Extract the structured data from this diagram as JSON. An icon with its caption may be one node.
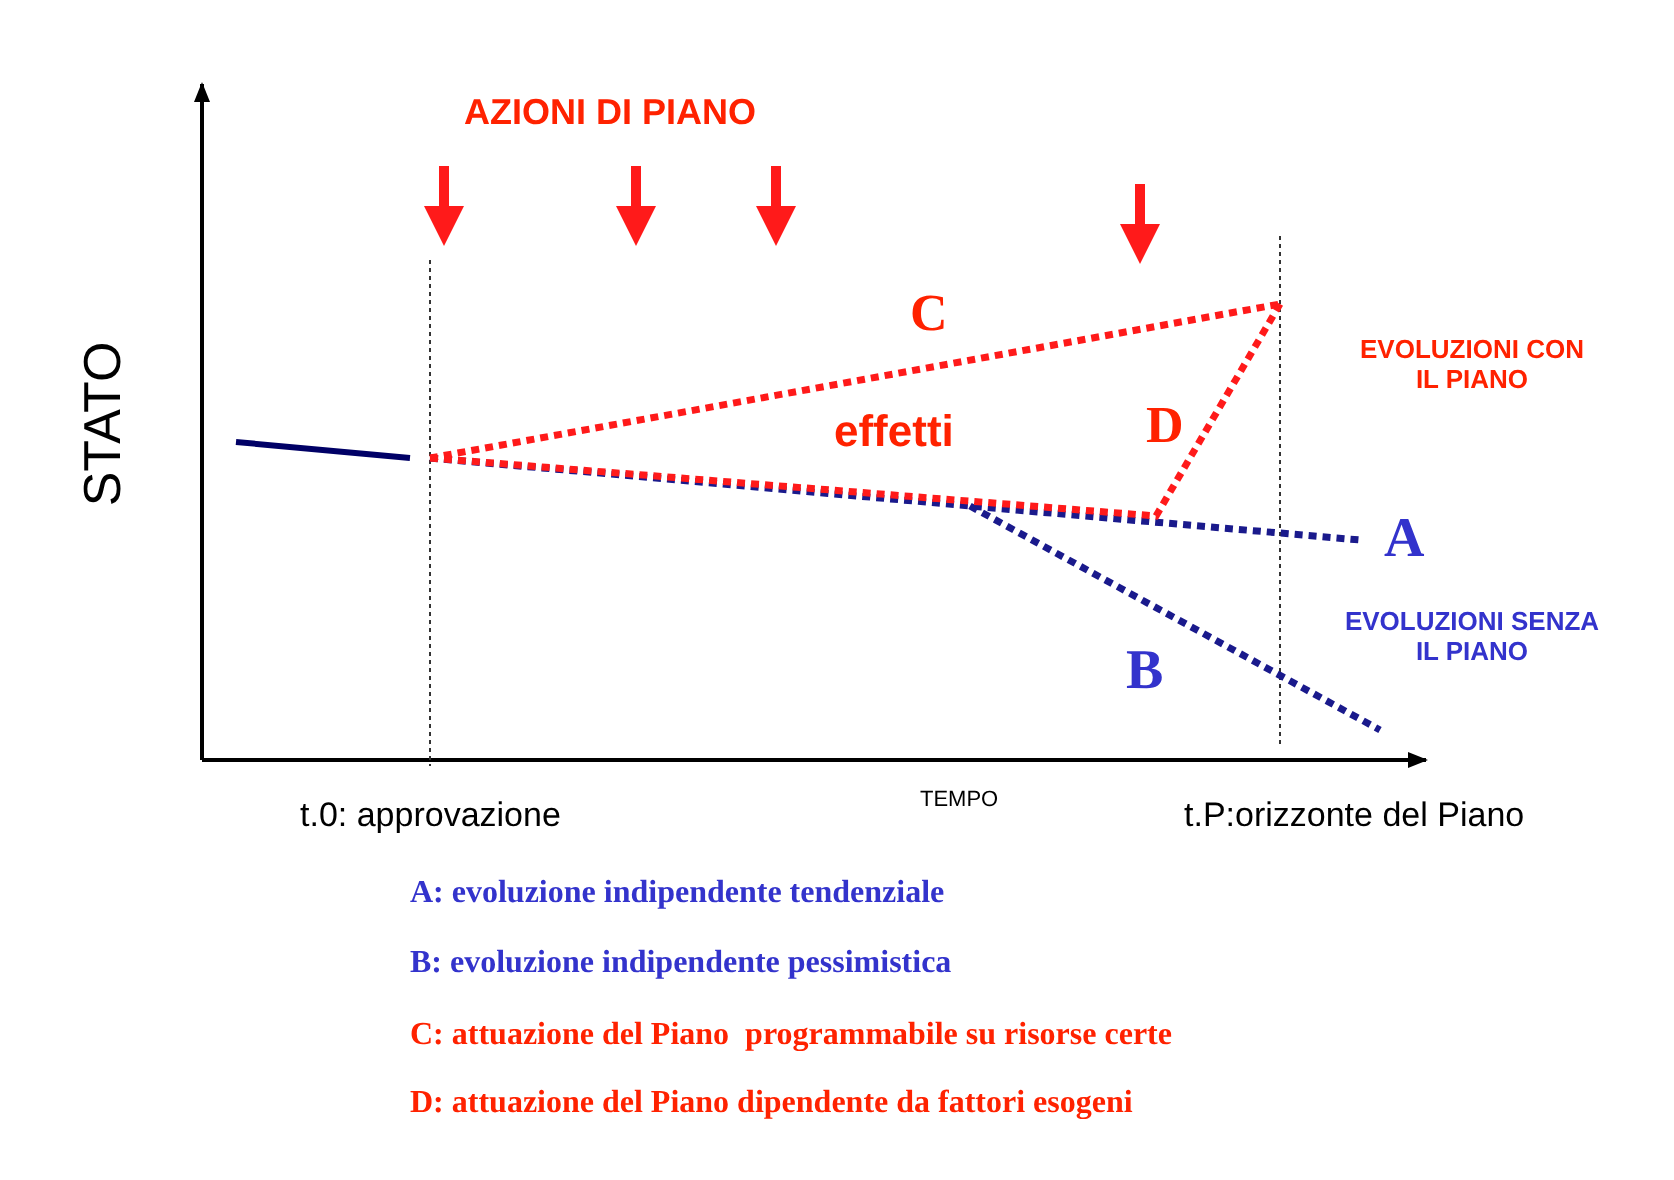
{
  "diagram": {
    "labels": [
      "AZIONI DI PIANO",
      "STATO",
      "C",
      "effetti",
      "D",
      "EVOLUZIONI CON IL PIANO",
      "A",
      "EVOLUZIONI SENZA IL PIANO",
      "B",
      "t.0: approvazione",
      "TEMPO",
      "t.P:orizzonte del Piano",
      "A: evoluzione indipendente tendenziale",
      "B: evoluzione indipendente pessimistica",
      "C: attuazione del Piano  programmabile su risorse certe",
      "D: attuazione del Piano dipendente da fattori esogeni"
    ]
  }
}
